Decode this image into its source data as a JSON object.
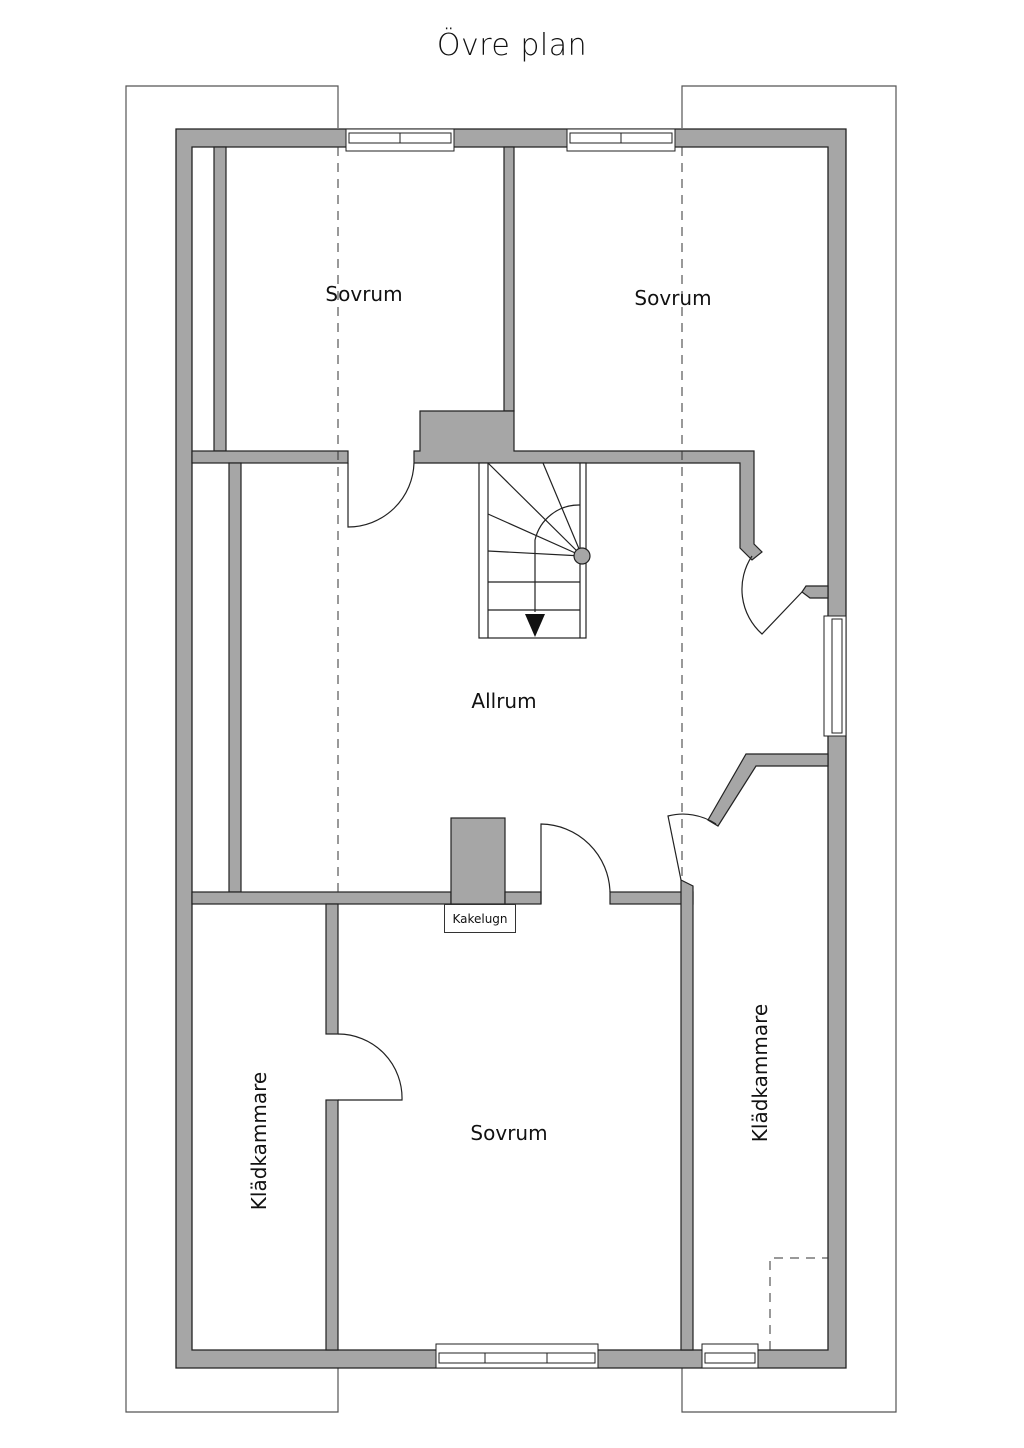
{
  "title": "Övre plan",
  "colors": {
    "wall": "#a6a6a6",
    "stroke": "#222222",
    "background": "#ffffff"
  },
  "rooms": [
    {
      "id": "bedroom-top-left",
      "label": "Sovrum"
    },
    {
      "id": "bedroom-top-right",
      "label": "Sovrum"
    },
    {
      "id": "family-room",
      "label": "Allrum"
    },
    {
      "id": "bedroom-bottom",
      "label": "Sovrum"
    },
    {
      "id": "walk-in-closet-left",
      "label": "Klädkammare"
    },
    {
      "id": "walk-in-closet-right",
      "label": "Klädkammare"
    }
  ],
  "fixtures": {
    "tiled_stove": "Kakelugn"
  }
}
